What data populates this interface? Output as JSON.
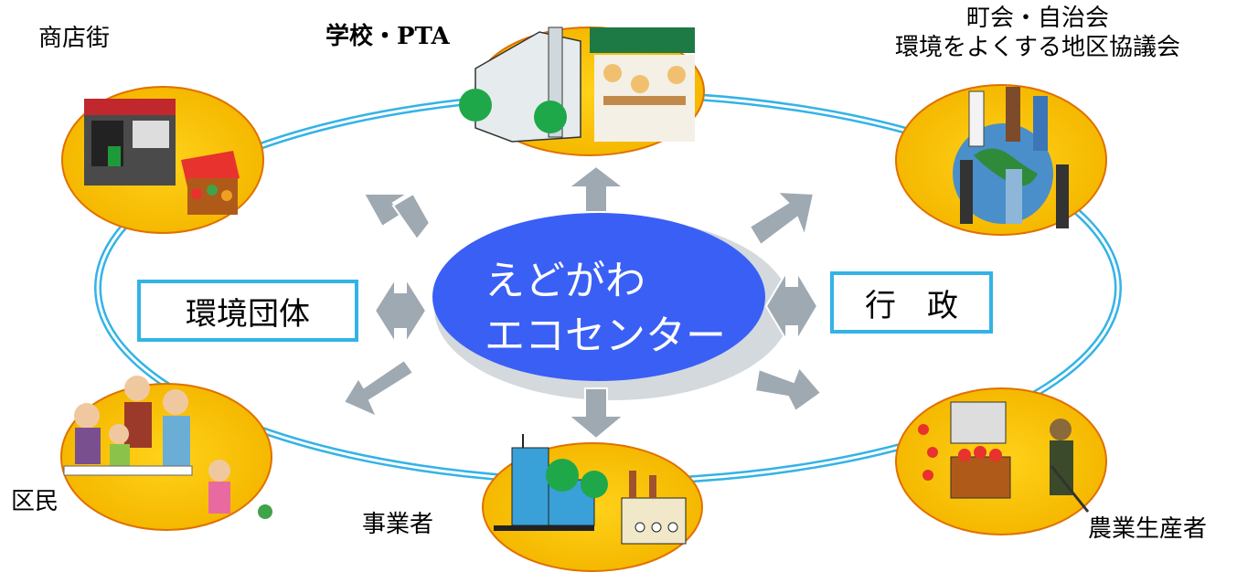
{
  "center": {
    "line1": "えどがわ",
    "line2": "エコセンター"
  },
  "nodes": {
    "shopping_street": "商店街",
    "school": "学校・PTA",
    "town_assoc_line1": "町会・自治会",
    "town_assoc_line2": "環境をよくする地区協議会",
    "residents": "区民",
    "business": "事業者",
    "farmers": "農業生産者"
  },
  "boxes": {
    "env_groups": "環境団体",
    "government": "行　政"
  },
  "colors": {
    "ring": "#33b3e6",
    "ellipse_fill": "#ffc000",
    "ellipse_border": "#e07000",
    "center_fill": "#3366ff",
    "arrow_fill": "#9fa9b2"
  }
}
